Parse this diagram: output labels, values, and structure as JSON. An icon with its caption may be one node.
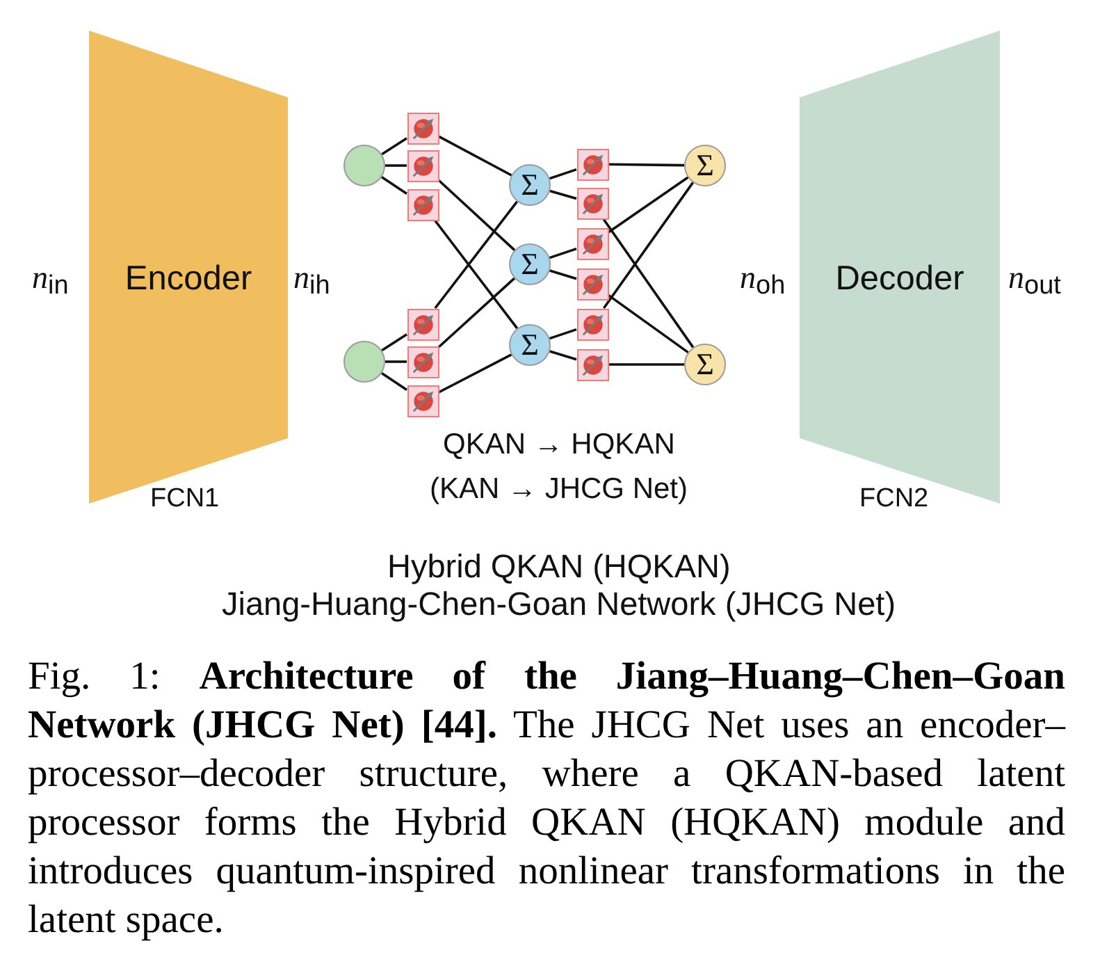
{
  "diagram": {
    "caption": "Fig. 1: **Architecture of the Jiang–Huang–Chen–Goan Network (JHCG Net) [44].** The JHCG Net uses an encoder–processor–decoder structure, where a QKAN-based latent processor forms the Hybrid QKAN (HQKAN) module and introduces quantum-inspired nonlinear transformations in the latent space.",
    "nodes": [
      {
        "text": [
          "Encoder"
        ],
        "beside": [
          "*n*$_{in}$",
          "*n*$_{ih}$",
          "FCN1"
        ]
      },
      {
        "text": [],
        "shape": "circle"
      },
      {
        "text": [],
        "shape": "circle"
      },
      {
        "text": [],
        "shape": "box"
      },
      {
        "text": [],
        "shape": "box"
      },
      {
        "text": [],
        "shape": "box"
      },
      {
        "text": [],
        "shape": "box"
      },
      {
        "text": [],
        "shape": "box"
      },
      {
        "text": [],
        "shape": "box"
      },
      {
        "text": [
          "Σ"
        ]
      },
      {
        "text": [
          "Σ"
        ]
      },
      {
        "text": [
          "Σ"
        ]
      },
      {
        "text": [],
        "shape": "box"
      },
      {
        "text": [],
        "shape": "box"
      },
      {
        "text": [],
        "shape": "box"
      },
      {
        "text": [],
        "shape": "box"
      },
      {
        "text": [],
        "shape": "box"
      },
      {
        "text": [],
        "shape": "box"
      },
      {
        "text": [
          "Σ"
        ]
      },
      {
        "text": [
          "Σ"
        ]
      },
      {
        "text": [
          "Decoder"
        ],
        "beside": [
          "*n*$_{oh}$",
          "*n*$_{out}$",
          "FCN2"
        ]
      }
    ],
    "edges": [
      {
        "from": 1,
        "to": 3,
        "arrow": "none"
      },
      {
        "from": 1,
        "to": 4,
        "arrow": "none"
      },
      {
        "from": 1,
        "to": 5,
        "arrow": "none"
      },
      {
        "from": 2,
        "to": 6,
        "arrow": "none"
      },
      {
        "from": 2,
        "to": 7,
        "arrow": "none"
      },
      {
        "from": 2,
        "to": 8,
        "arrow": "none"
      },
      {
        "from": 3,
        "to": 9,
        "arrow": "none"
      },
      {
        "from": 4,
        "to": 10,
        "arrow": "none"
      },
      {
        "from": 5,
        "to": 11,
        "arrow": "none"
      },
      {
        "from": 6,
        "to": 9,
        "arrow": "none"
      },
      {
        "from": 7,
        "to": 10,
        "arrow": "none"
      },
      {
        "from": 8,
        "to": 11,
        "arrow": "none"
      },
      {
        "from": 9,
        "to": 12,
        "arrow": "none"
      },
      {
        "from": 9,
        "to": 13,
        "arrow": "none"
      },
      {
        "from": 10,
        "to": 14,
        "arrow": "none"
      },
      {
        "from": 10,
        "to": 15,
        "arrow": "none"
      },
      {
        "from": 11,
        "to": 16,
        "arrow": "none"
      },
      {
        "from": 11,
        "to": 17,
        "arrow": "none"
      },
      {
        "from": 12,
        "to": 18,
        "arrow": "none"
      },
      {
        "from": 13,
        "to": 19,
        "arrow": "none"
      },
      {
        "from": 14,
        "to": 18,
        "arrow": "none"
      },
      {
        "from": 15,
        "to": 19,
        "arrow": "none"
      },
      {
        "from": 16,
        "to": 18,
        "arrow": "none"
      },
      {
        "from": 17,
        "to": 19,
        "arrow": "none"
      }
    ],
    "labels": [
      "QKAN → HQKAN",
      "(KAN → JHCG Net)",
      "Hybrid QKAN (HQKAN)",
      "Jiang-Huang-Chen-Goan Network (JHCG Net)"
    ]
  }
}
